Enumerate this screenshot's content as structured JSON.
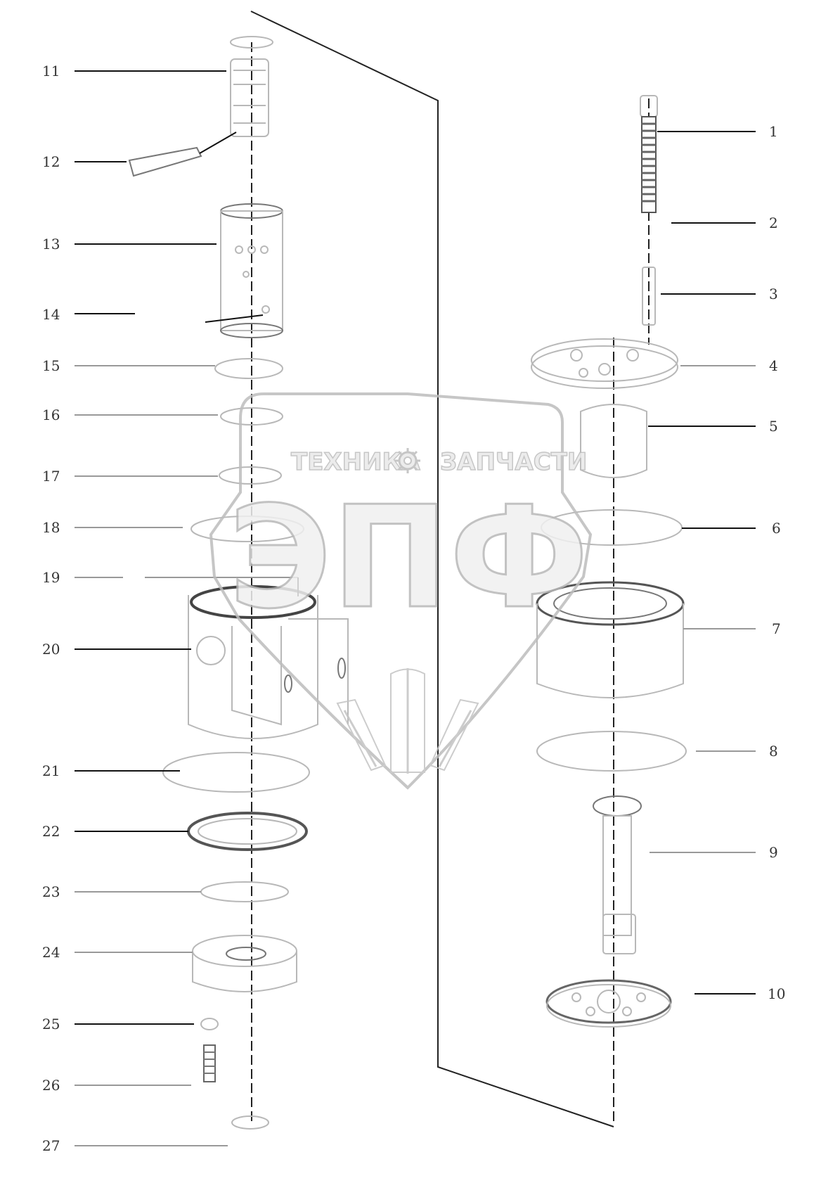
{
  "labels_left": [
    "11",
    "12",
    "13",
    "14",
    "15",
    "16",
    "17",
    "18",
    "19",
    "20",
    "21",
    "22",
    "23",
    "24",
    "25",
    "26",
    "27"
  ],
  "labels_right": [
    "1",
    "2",
    "3",
    "4",
    "5",
    "6",
    "7",
    "8",
    "9",
    "10"
  ],
  "watermark": {
    "top_left": "ТЕХНИКА",
    "top_right": "ЗАПЧАСТИ",
    "big": "ЭПФ",
    "icon": "gear-icon"
  }
}
